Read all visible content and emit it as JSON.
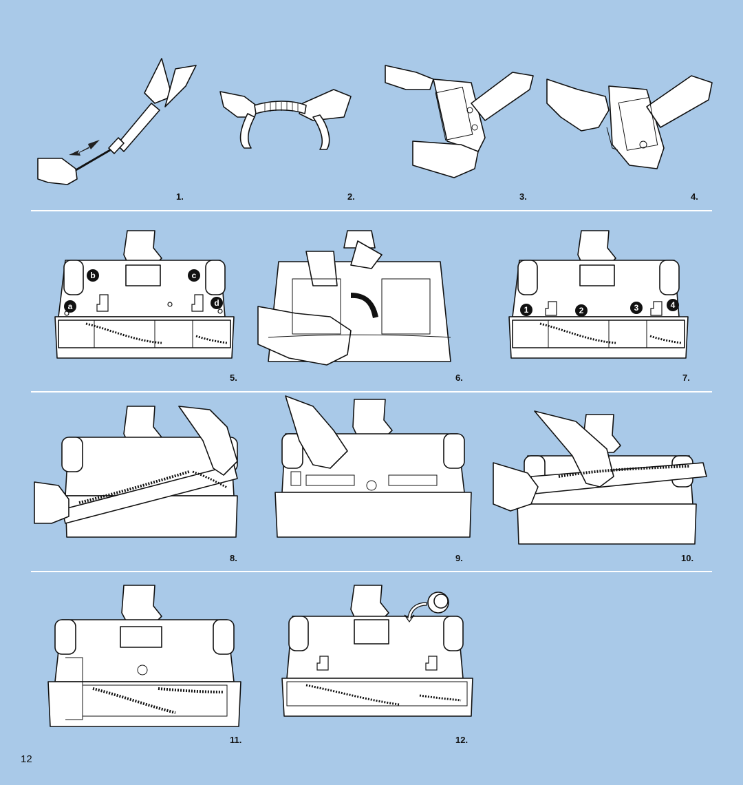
{
  "steps": {
    "s1": "1.",
    "s2": "2.",
    "s3": "3.",
    "s4": "4.",
    "s5": "5.",
    "s6": "6.",
    "s7": "7.",
    "s8": "8.",
    "s9": "9.",
    "s10": "10.",
    "s11": "11.",
    "s12": "12."
  },
  "callouts_step5": [
    "a",
    "b",
    "c",
    "d"
  ],
  "callouts_step7": [
    "1",
    "2",
    "3",
    "4"
  ],
  "page_number": "12",
  "colors": {
    "background": "#a9c9e8",
    "line": "#ffffff",
    "ink": "#111111",
    "fill": "#ffffff"
  }
}
